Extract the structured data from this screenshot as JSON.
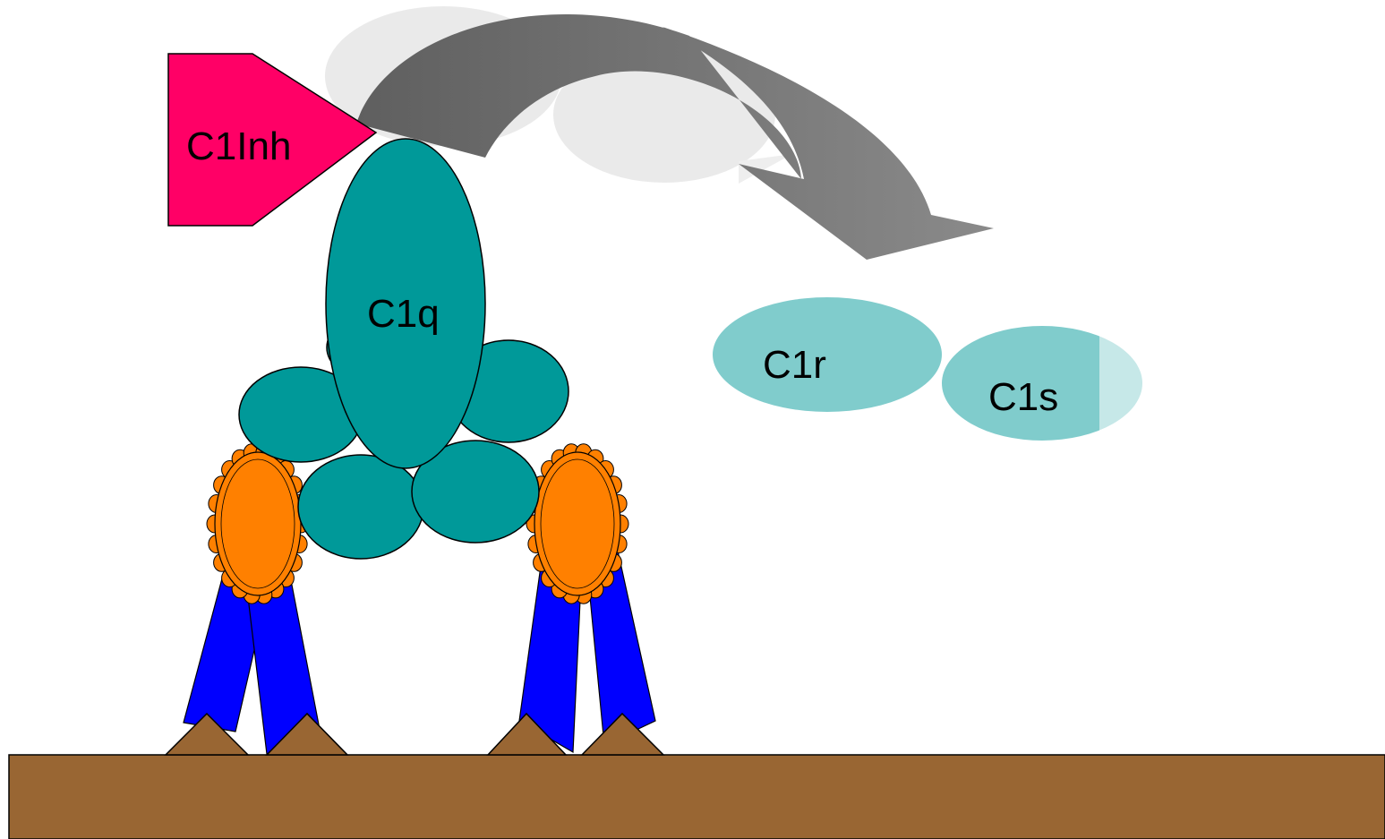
{
  "labels": {
    "c1inh": "C1Inh",
    "c1q": "C1q",
    "c1r": "C1r",
    "c1s": "C1s"
  },
  "colors": {
    "c1inh": "#ff0066",
    "c1q": "#009999",
    "c1r_c1s": "#80cccc",
    "arrow": "#7a7a7a",
    "ghost": "#eaeaea",
    "rosette": "#ff8000",
    "ribbon": "#0000ff",
    "surface": "#996633",
    "outline": "#000000"
  },
  "icons": {
    "rosettes": "award-rosette-icon",
    "arrow": "curved-arrow-icon",
    "antigens": "triangle-antigen-icon"
  }
}
